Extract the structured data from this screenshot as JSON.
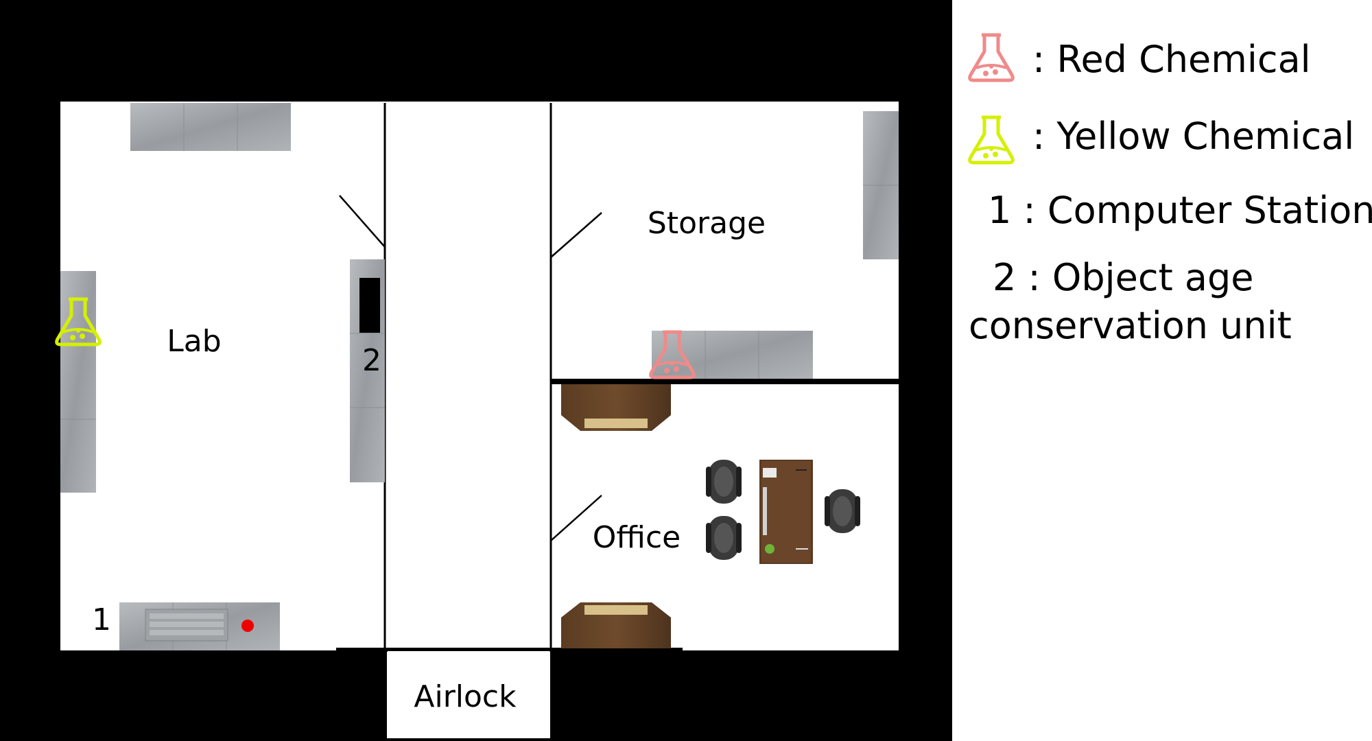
{
  "rooms": {
    "lab": "Lab",
    "storage": "Storage",
    "office": "Office",
    "airlock": "Airlock"
  },
  "stations": {
    "computer_number": "1",
    "conservation_number": "2"
  },
  "legend": {
    "red_chemical": ": Red Chemical",
    "yellow_chemical": ": Yellow Chemical",
    "computer_station": "1 : Computer Station",
    "conservation_line1": "2 : Object age",
    "conservation_line2": "conservation unit"
  },
  "colors": {
    "red_chemical": "#f08a8a",
    "yellow_chemical": "#d4f000",
    "player_marker": "#ee0000",
    "counter": "#a4a8ab",
    "wood": "#6b4a2b"
  },
  "icons": {
    "chemical": "flask-icon",
    "player": "player-marker-dot"
  }
}
